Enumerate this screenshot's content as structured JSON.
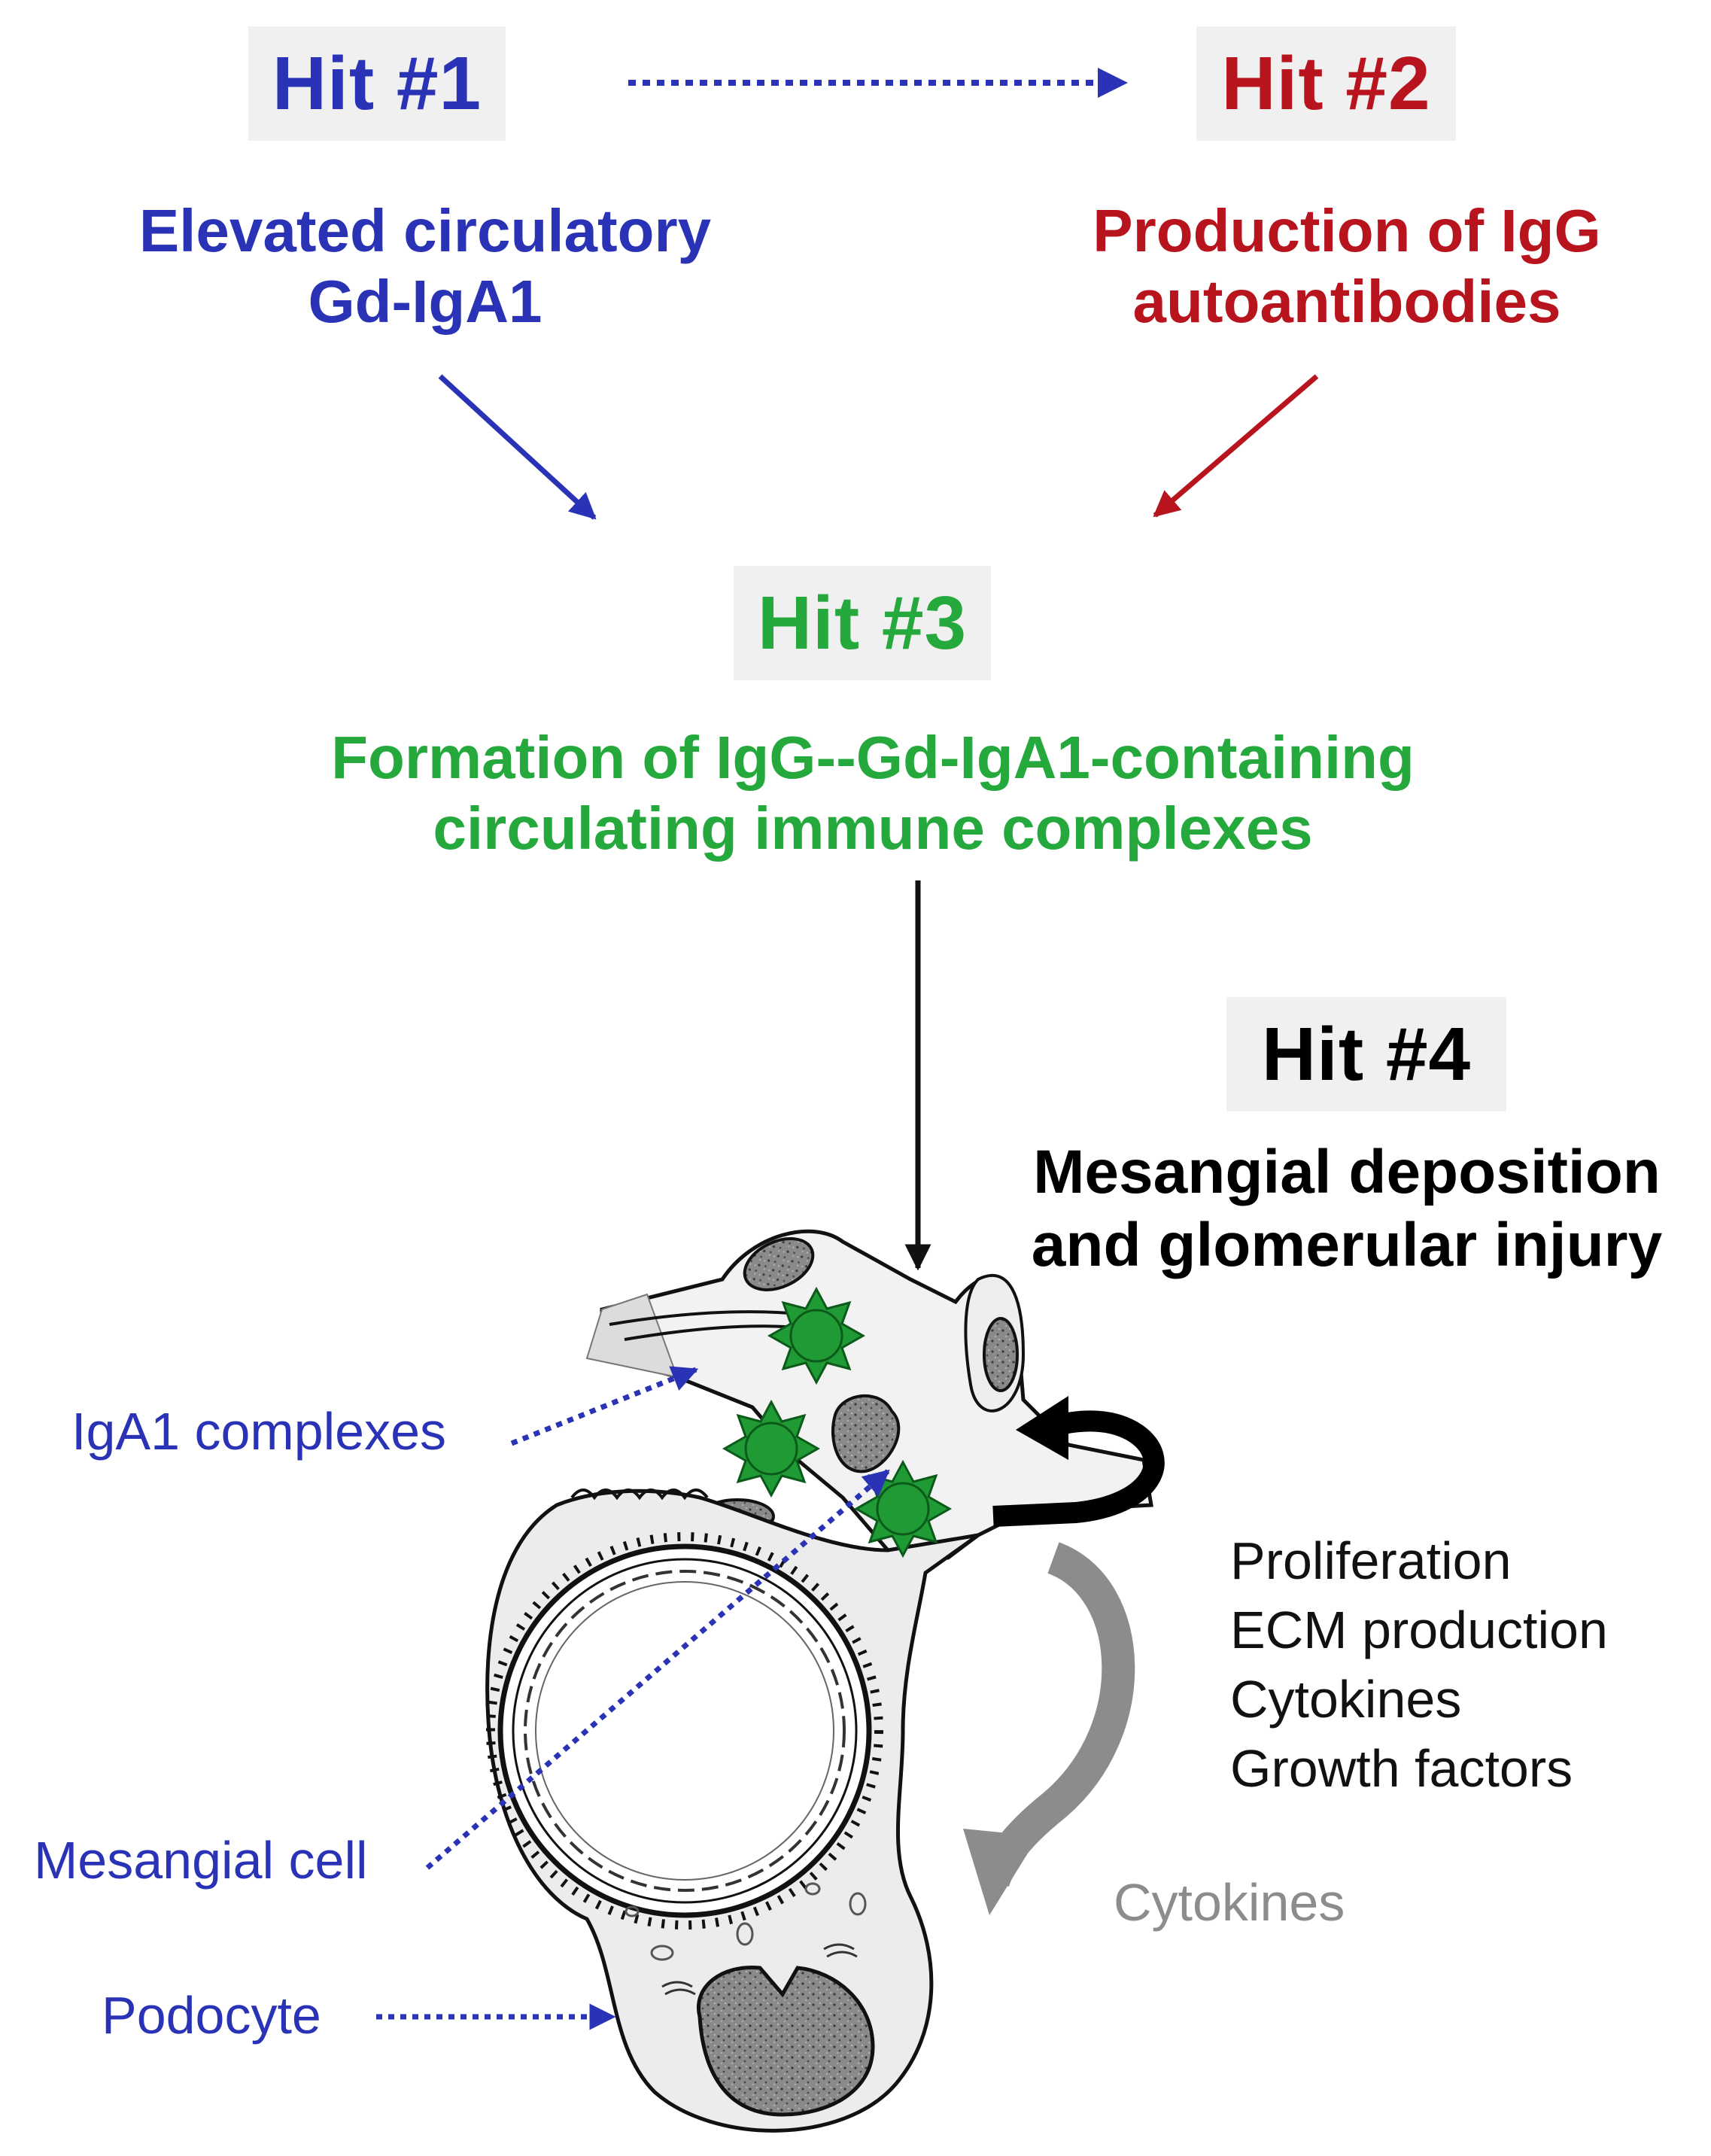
{
  "colors": {
    "hit1": "#2a33b5",
    "hit2": "#b8141e",
    "hit3": "#25a83c",
    "hit4": "#000000",
    "label_blue": "#2a33b5",
    "cytokines_gray": "#8c8c8c",
    "deposit_green": "#1f9a34"
  },
  "hits": {
    "hit1": {
      "title": "Hit #1",
      "lines": [
        "Elevated circulatory",
        "Gd-IgA1"
      ]
    },
    "hit2": {
      "title": "Hit #2",
      "lines": [
        "Production of IgG",
        "autoantibodies"
      ]
    },
    "hit3": {
      "title": "Hit #3",
      "lines": [
        "Formation of IgG--Gd-IgA1-containing",
        "circulating immune complexes"
      ]
    },
    "hit4": {
      "title": "Hit #4",
      "lines": [
        "Mesangial deposition",
        "and glomerular injury"
      ]
    }
  },
  "labels": {
    "iga1_complexes": "IgA1 complexes",
    "mesangial_cell": "Mesangial cell",
    "podocyte": "Podocyte",
    "cytokines": "Cytokines"
  },
  "effects": [
    "Proliferation",
    "ECM production",
    "Cytokines",
    "Growth factors"
  ]
}
